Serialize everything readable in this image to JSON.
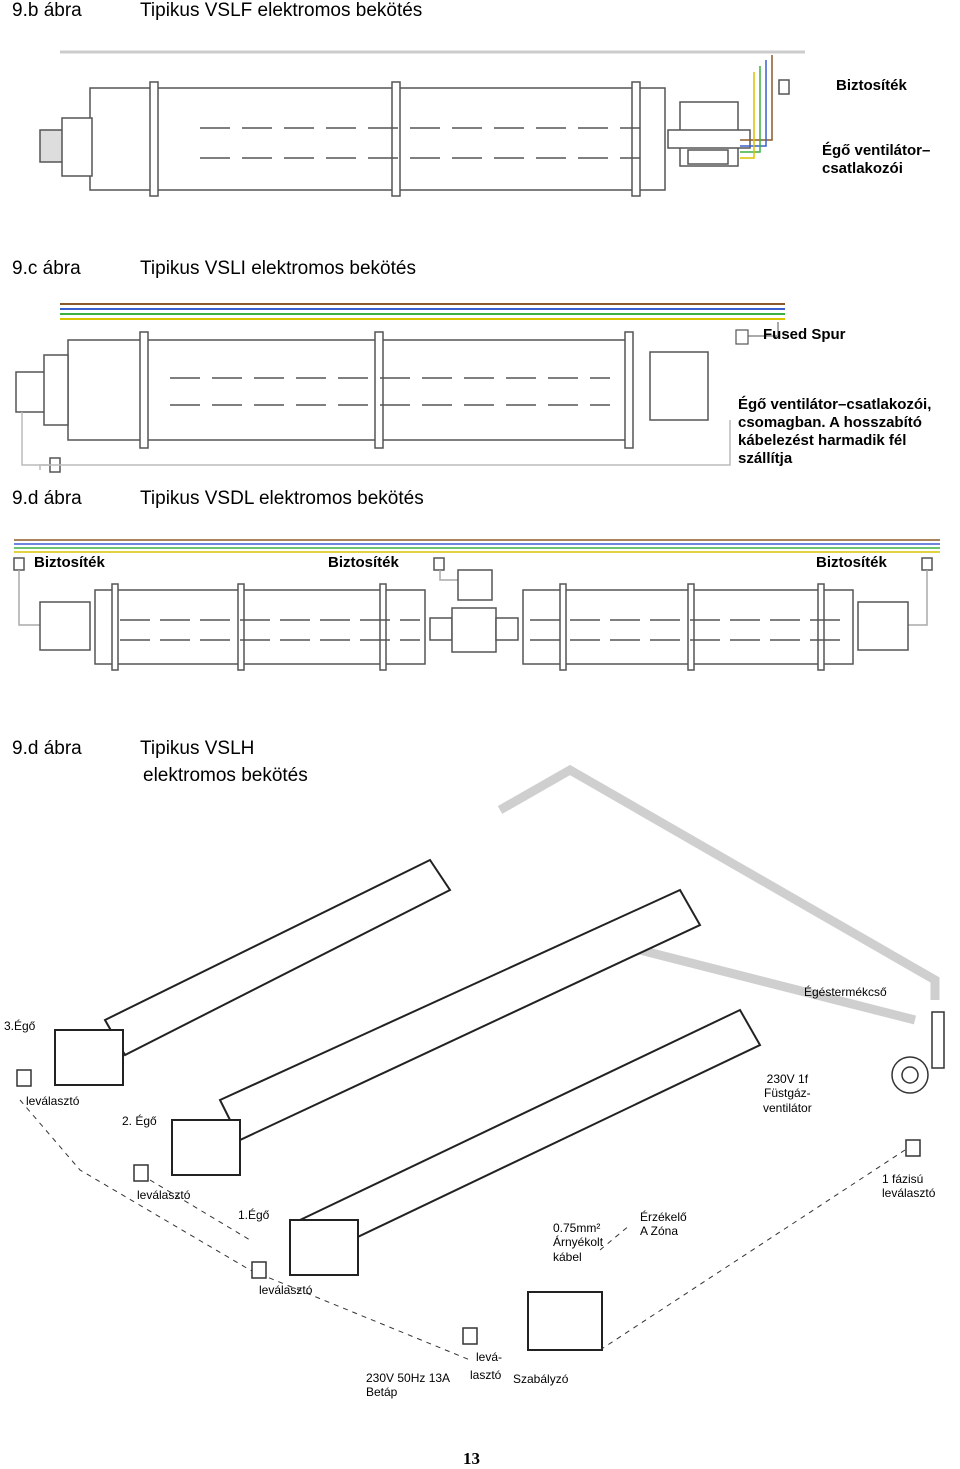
{
  "fig_vslf": {
    "number": "9.b ábra",
    "title": "Tipikus VSLF elektromos bekötés",
    "label_fuse": "Biztosíték",
    "label_fan": "Égő ventilátor–\ncsatlakozói"
  },
  "fig_vsli": {
    "number": "9.c ábra",
    "title": "Tipikus VSLI elektromos bekötés",
    "label_spur": "Fused Spur",
    "label_fan": "Égő ventilátor–csatlakozói,\ncsomagban. A hosszabító\nkábelezést harmadik fél\nszállítja"
  },
  "fig_vsdl": {
    "number": "9.d ábra",
    "title": "Tipikus VSDL elektromos bekötés",
    "fuse_left": "Biztosíték",
    "fuse_mid": "Biztosíték",
    "fuse_right": "Biztosíték"
  },
  "fig_vslh": {
    "number": "9.d ábra",
    "title_line1": "Tipikus VSLH",
    "title_line2": "elektromos bekötés",
    "flue": "Égéstermékcső",
    "burner3": "3.Égő",
    "isolator_a": "leválasztó",
    "burner2": "2. Égő",
    "fan": "230V 1f\nFüstgáz-\nventilátor",
    "isolator_b": "leválasztó",
    "single_phase": "1 fázisú\nleválasztó",
    "burner1": "1.Égő",
    "cable": "0.75mm²\nÁrnyékolt\nkábel",
    "sensor": "Érzékelő\nA Zóna",
    "isolator_c": "leválasztó",
    "isolator_d_1": "levá-",
    "isolator_d_2": "lasztó",
    "supply": "230V 50Hz 13A\nBetáp",
    "controller": "Szabályzó"
  },
  "page_number": "13",
  "colors": {
    "wire_brown": "#8b5a2b",
    "wire_blue": "#3a5fcd",
    "wire_green": "#3cb043",
    "wire_yellow": "#d8c400",
    "outline": "#555555"
  }
}
